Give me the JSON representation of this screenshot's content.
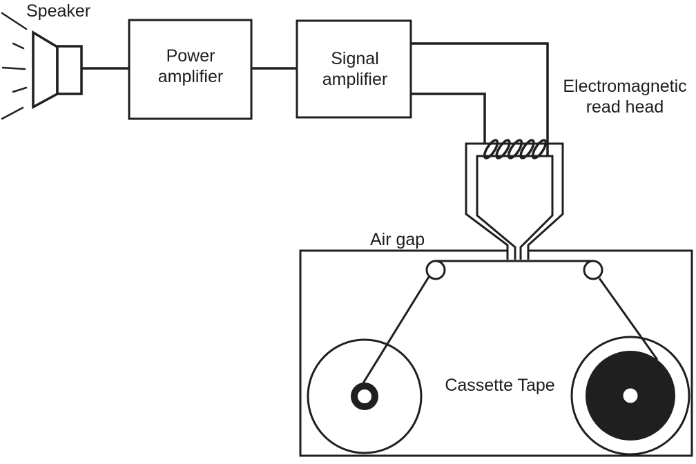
{
  "labels": {
    "speaker": "Speaker",
    "power_amplifier": {
      "line1": "Power",
      "line2": "amplifier"
    },
    "signal_amplifier": {
      "line1": "Signal",
      "line2": "amplifier"
    },
    "read_head": {
      "line1": "Electromagnetic",
      "line2": "read head"
    },
    "air_gap": "Air gap",
    "cassette_tape": "Cassette Tape"
  },
  "colors": {
    "ink": "#1f1f1f",
    "background": "#ffffff",
    "reel_tape_disc": "#1f1f1f"
  }
}
